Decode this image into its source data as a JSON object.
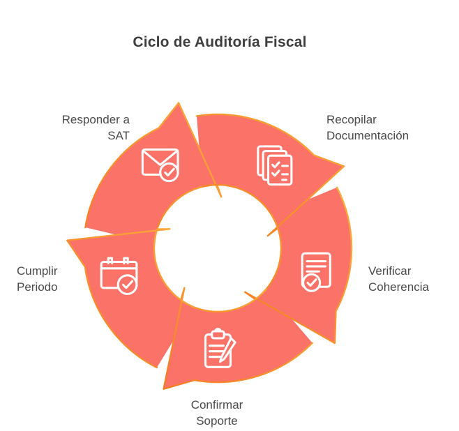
{
  "title": "Ciclo de Auditoría Fiscal",
  "direction": "clockwise",
  "colors": {
    "ring_fill": "#FA7268",
    "ring_stroke_start": "#FBAD3E",
    "ring_stroke_end": "#F47B22",
    "icon_stroke": "#FFFFFF",
    "title_color": "#3E3E3E",
    "label_color": "#4A4A4A",
    "background": "#FFFFFF"
  },
  "steps": [
    {
      "id": "responder-sat",
      "label": "Responder a\nSAT",
      "icon": "envelope-check-icon"
    },
    {
      "id": "recopilar-documentacion",
      "label": "Recopilar\nDocumentación",
      "icon": "documents-stack-icon"
    },
    {
      "id": "verificar-coherencia",
      "label": "Verificar\nCoherencia",
      "icon": "document-check-icon"
    },
    {
      "id": "confirmar-soporte",
      "label": "Confirmar\nSoporte",
      "icon": "clipboard-pencil-icon"
    },
    {
      "id": "cumplir-periodo",
      "label": "Cumplir\nPeriodo",
      "icon": "calendar-check-icon"
    }
  ]
}
